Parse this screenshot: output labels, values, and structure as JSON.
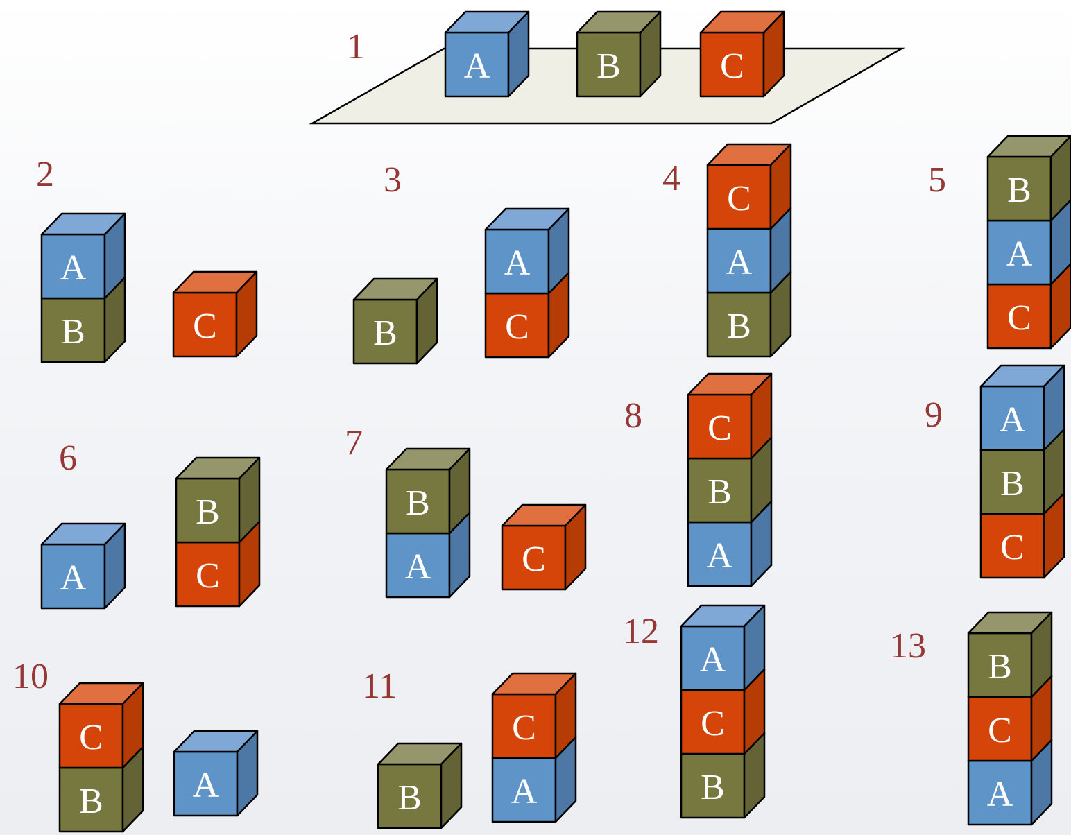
{
  "colors": {
    "A": {
      "front": "#5e94c8",
      "top": "#80a8d6",
      "side": "#4d78a6"
    },
    "B": {
      "front": "#77783f",
      "top": "#96966c",
      "side": "#636335"
    },
    "C": {
      "front": "#d54409",
      "top": "#e07040",
      "side": "#b53c04"
    },
    "label": "#953735",
    "table": "#efefe6"
  },
  "labels": [
    "1",
    "2",
    "3",
    "4",
    "5",
    "6",
    "7",
    "8",
    "9",
    "10",
    "11",
    "12",
    "13"
  ],
  "states": [
    {
      "label": "1",
      "stacks": [
        [
          "A"
        ],
        [
          "B"
        ],
        [
          "C"
        ]
      ]
    },
    {
      "label": "2",
      "stacks": [
        [
          "B",
          "A"
        ],
        [
          "C"
        ]
      ]
    },
    {
      "label": "3",
      "stacks": [
        [
          "B"
        ],
        [
          "C",
          "A"
        ]
      ]
    },
    {
      "label": "4",
      "stacks": [
        [
          "B",
          "A",
          "C"
        ]
      ]
    },
    {
      "label": "5",
      "stacks": [
        [
          "C",
          "A",
          "B"
        ]
      ]
    },
    {
      "label": "6",
      "stacks": [
        [
          "A"
        ],
        [
          "C",
          "B"
        ]
      ]
    },
    {
      "label": "7",
      "stacks": [
        [
          "A",
          "B"
        ],
        [
          "C"
        ]
      ]
    },
    {
      "label": "8",
      "stacks": [
        [
          "A",
          "B",
          "C"
        ]
      ]
    },
    {
      "label": "9",
      "stacks": [
        [
          "C",
          "B",
          "A"
        ]
      ]
    },
    {
      "label": "10",
      "stacks": [
        [
          "B",
          "C"
        ],
        [
          "A"
        ]
      ]
    },
    {
      "label": "11",
      "stacks": [
        [
          "B"
        ],
        [
          "A",
          "C"
        ]
      ]
    },
    {
      "label": "12",
      "stacks": [
        [
          "B",
          "C",
          "A"
        ]
      ]
    },
    {
      "label": "13",
      "stacks": [
        [
          "A",
          "C",
          "B"
        ]
      ]
    }
  ]
}
